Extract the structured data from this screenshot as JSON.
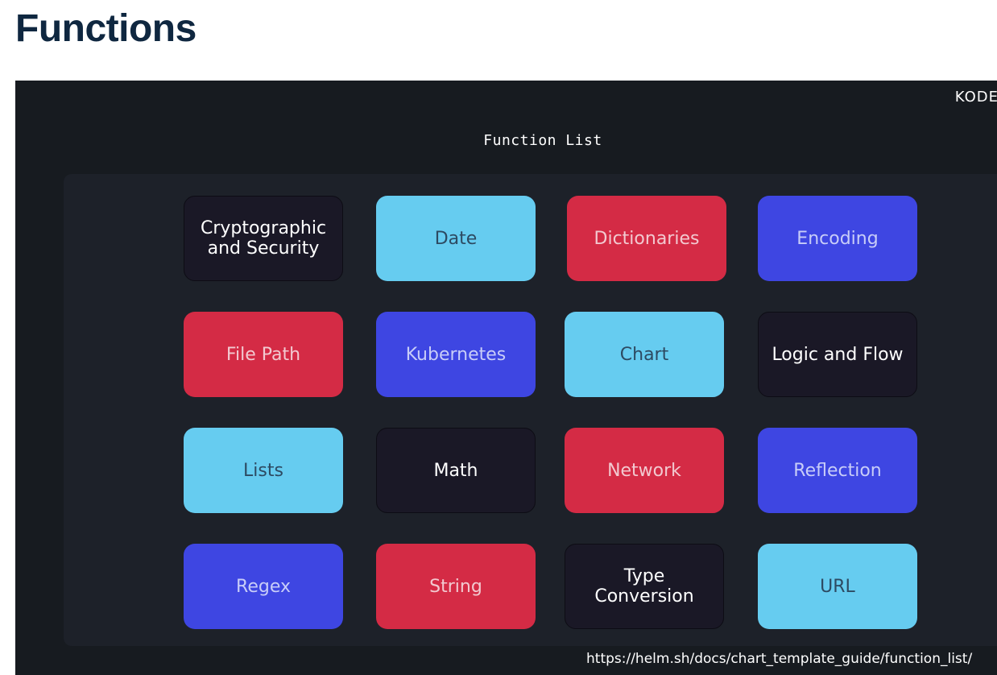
{
  "page": {
    "title": "Functions"
  },
  "slide": {
    "logo": "KODE",
    "heading": "Function List",
    "source_url": "https://helm.sh/docs/chart_template_guide/function_list/",
    "colors": {
      "slide_bg": "#171b20",
      "panel_bg": "#1d2129",
      "dark": "#1a1826",
      "cyan": "#66ccf0",
      "red": "#d42b45",
      "blue": "#3e46e2"
    },
    "tiles": [
      {
        "label": "Cryptographic\nand Security",
        "color": "dark"
      },
      {
        "label": "Date",
        "color": "cyan"
      },
      {
        "label": "Dictionaries",
        "color": "red"
      },
      {
        "label": "Encoding",
        "color": "blue"
      },
      {
        "label": "File Path",
        "color": "red"
      },
      {
        "label": "Kubernetes",
        "color": "blue"
      },
      {
        "label": "Chart",
        "color": "cyan"
      },
      {
        "label": "Logic and Flow",
        "color": "dark"
      },
      {
        "label": "Lists",
        "color": "cyan"
      },
      {
        "label": "Math",
        "color": "dark"
      },
      {
        "label": "Network",
        "color": "red"
      },
      {
        "label": "Reflection",
        "color": "blue"
      },
      {
        "label": "Regex",
        "color": "blue"
      },
      {
        "label": "String",
        "color": "red"
      },
      {
        "label": "Type\nConversion",
        "color": "dark"
      },
      {
        "label": "URL",
        "color": "cyan"
      }
    ]
  }
}
